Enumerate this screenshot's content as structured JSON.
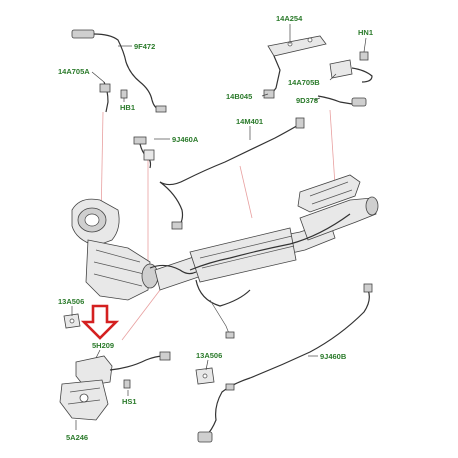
{
  "callouts": {
    "c9F472": "9F472",
    "c14A705A": "14A705A",
    "cHB1": "HB1",
    "c14A254": "14A254",
    "cHN1": "HN1",
    "c14B045": "14B045",
    "c14A705B": "14A705B",
    "c9D378": "9D378",
    "c9J460A": "9J460A",
    "c14M401": "14M401",
    "c13A506a": "13A506",
    "c5H209": "5H209",
    "c13A506b": "13A506",
    "c9J460B": "9J460B",
    "cHS1": "HS1",
    "c5A246": "5A246"
  },
  "colors": {
    "callout": "#2a7a2a",
    "arrow": "#d42020",
    "red_leader": "#e8a0a0"
  },
  "highlight": {
    "icon": "down-arrow-icon"
  }
}
